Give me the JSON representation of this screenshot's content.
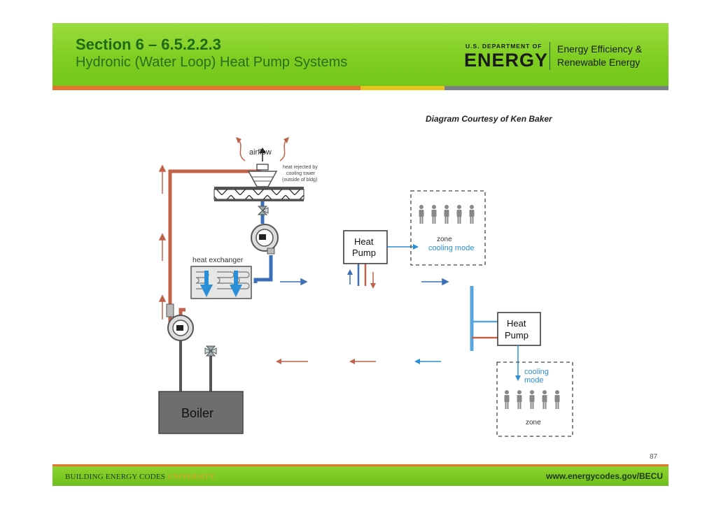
{
  "slide": {
    "title": "Section 6 – 6.5.2.2.3",
    "subtitle": "Hydronic (Water Loop) Heat Pump Systems",
    "page_number": "87"
  },
  "logo": {
    "doe_small": "U.S. DEPARTMENT OF",
    "doe_big": "ENERGY",
    "eere_line1": "Energy Efficiency &",
    "eere_line2": "Renewable Energy"
  },
  "credit": "Diagram Courtesy of Ken Baker",
  "diagram": {
    "airflow": "airflow",
    "heat_rejected_1": "heat rejected by",
    "heat_rejected_2": "cooling tower",
    "heat_rejected_3": "(outside of bldg)",
    "heat_exchanger": "heat exchanger",
    "heat_pump_1_line1": "Heat",
    "heat_pump_1_line2": "Pump",
    "heat_pump_2_line1": "Heat",
    "heat_pump_2_line2": "Pump",
    "zone_1_label": "zone",
    "zone_1_mode": "cooling mode",
    "zone_2_mode_line1": "cooling",
    "zone_2_mode_line2": "mode",
    "zone_2_label": "zone",
    "boiler": "Boiler"
  },
  "footer": {
    "left_main": "BUILDING ENERGY CODES ",
    "left_accent": "UNIVERSITY",
    "right": "www.energycodes.gov/BECU"
  },
  "colors": {
    "header_green": "#7fce22",
    "hot_pipe": "#c0614a",
    "cold_pipe": "#3d6fb8",
    "cooling_text": "#2a8fd6",
    "boiler_fill": "#6e6e6e"
  }
}
